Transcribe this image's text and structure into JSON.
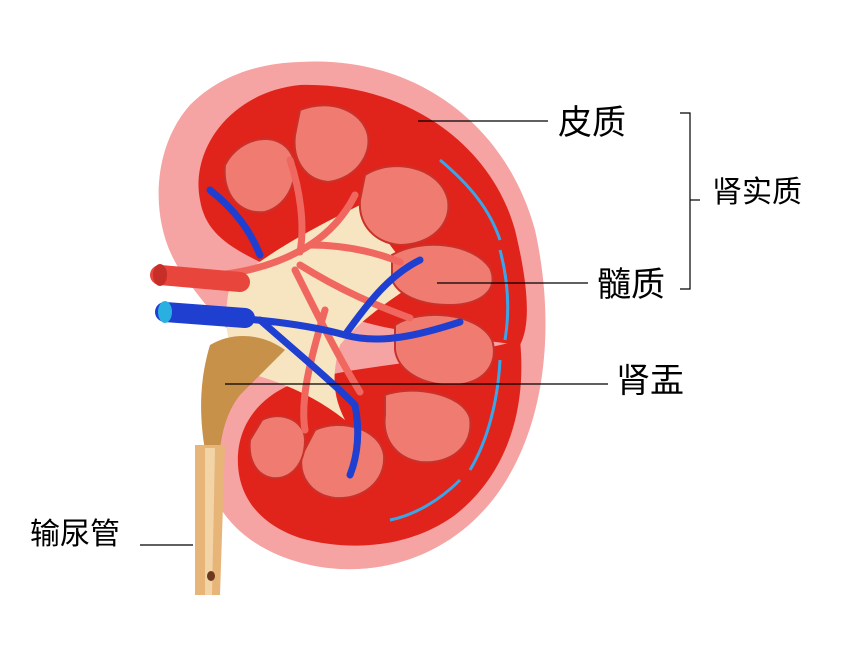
{
  "labels": {
    "cortex": "皮质",
    "renal_parenchyma": "肾实质",
    "medulla": "髓质",
    "renal_pelvis": "肾盂",
    "ureter": "输尿管"
  },
  "colors": {
    "capsule": "#f5a3a3",
    "cortex": "#e0241b",
    "pyramid": "#f07b70",
    "artery": "#e8453d",
    "vein": "#1f3fd1",
    "vein_light": "#3aa6ea",
    "pelvis": "#f5dcae",
    "ureter": "#e8b578",
    "leader_line": "#000000"
  }
}
